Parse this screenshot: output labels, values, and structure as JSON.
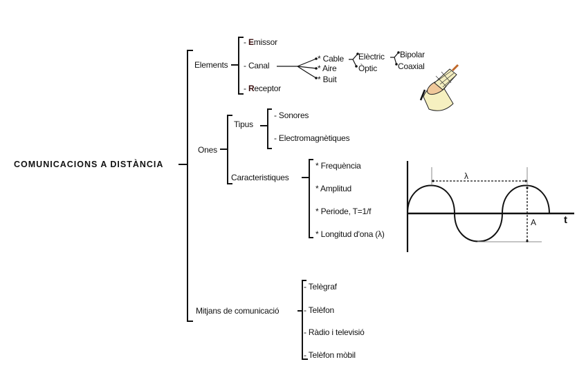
{
  "root": "COMUNICACIONS A DISTÀNCIA",
  "elements": {
    "label": "Elements",
    "items": [
      {
        "prefix": "- ",
        "first": "E",
        "rest": "missor"
      },
      {
        "prefix": "- ",
        "first": "C",
        "rest": "anal"
      },
      {
        "prefix": "- ",
        "first": "R",
        "rest": "eceptor"
      }
    ],
    "canal_types": [
      "* Cable",
      "* Aire",
      "* Buit"
    ],
    "cable_types": [
      "Elèctric",
      "Òptic"
    ],
    "electric_types": [
      "Bipolar",
      "Coaxial"
    ],
    "illustration": "coaxial-cable-icon"
  },
  "ones": {
    "label": "Ones",
    "tipus": {
      "label": "Tipus",
      "items": [
        "- Sonores",
        "- Electromagnètiques"
      ]
    },
    "caracteristiques": {
      "label": "Caracteristiques",
      "items": [
        "* Frequència",
        "* Amplitud",
        "* Periode, T=1/f",
        "* Longitud d'ona  (λ)"
      ]
    },
    "wave_diagram": {
      "lambda_label": "λ",
      "amplitude_label": "A",
      "time_label": "t"
    }
  },
  "mitjans": {
    "label": "Mitjans de comunicació",
    "items": [
      "- Telègraf",
      "- Telèfon",
      "- Ràdio i televisió",
      "- Telèfon mòbil"
    ]
  }
}
